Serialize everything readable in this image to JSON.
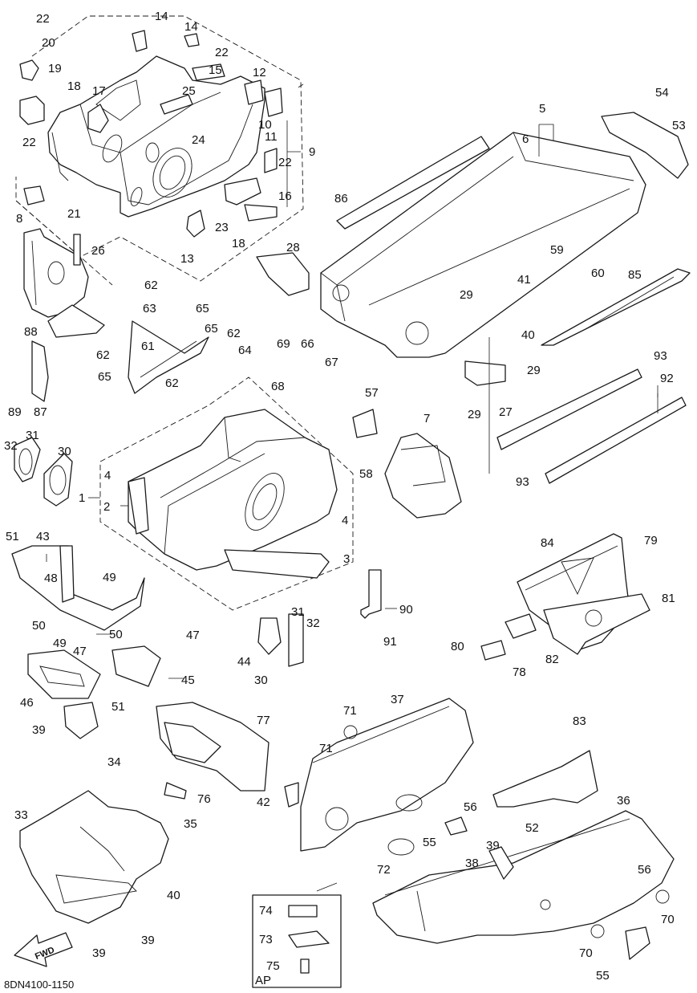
{
  "figure": {
    "code": "8DN4100-1150",
    "fwd_label": "FWD",
    "ap_label": "AP"
  },
  "callouts": [
    {
      "id": "22",
      "slot": "c01"
    },
    {
      "id": "20",
      "slot": "c02"
    },
    {
      "id": "19",
      "slot": "c03"
    },
    {
      "id": "18",
      "slot": "c04"
    },
    {
      "id": "17",
      "slot": "c05"
    },
    {
      "id": "14",
      "slot": "c06"
    },
    {
      "id": "14",
      "slot": "c07"
    },
    {
      "id": "22",
      "slot": "c08"
    },
    {
      "id": "25",
      "slot": "c09"
    },
    {
      "id": "15",
      "slot": "c10"
    },
    {
      "id": "12",
      "slot": "c11"
    },
    {
      "id": "10",
      "slot": "c12"
    },
    {
      "id": "11",
      "slot": "c13"
    },
    {
      "id": "9",
      "slot": "c14"
    },
    {
      "id": "22",
      "slot": "c15"
    },
    {
      "id": "24",
      "slot": "c16"
    },
    {
      "id": "22",
      "slot": "c17"
    },
    {
      "id": "21",
      "slot": "c18"
    },
    {
      "id": "16",
      "slot": "c19"
    },
    {
      "id": "23",
      "slot": "c20"
    },
    {
      "id": "18",
      "slot": "c21"
    },
    {
      "id": "8",
      "slot": "c22"
    },
    {
      "id": "26",
      "slot": "c23"
    },
    {
      "id": "13",
      "slot": "c24"
    },
    {
      "id": "28",
      "slot": "c25"
    },
    {
      "id": "5",
      "slot": "c26"
    },
    {
      "id": "6",
      "slot": "c27"
    },
    {
      "id": "54",
      "slot": "c28"
    },
    {
      "id": "53",
      "slot": "c29"
    },
    {
      "id": "86",
      "slot": "c30"
    },
    {
      "id": "59",
      "slot": "c31"
    },
    {
      "id": "41",
      "slot": "c32"
    },
    {
      "id": "60",
      "slot": "c33"
    },
    {
      "id": "85",
      "slot": "c34"
    },
    {
      "id": "29",
      "slot": "c35"
    },
    {
      "id": "40",
      "slot": "c36"
    },
    {
      "id": "93",
      "slot": "c37"
    },
    {
      "id": "29",
      "slot": "c38"
    },
    {
      "id": "92",
      "slot": "c39"
    },
    {
      "id": "29",
      "slot": "c40"
    },
    {
      "id": "27",
      "slot": "c41"
    },
    {
      "id": "93",
      "slot": "c42"
    },
    {
      "id": "62",
      "slot": "c43"
    },
    {
      "id": "63",
      "slot": "c44"
    },
    {
      "id": "65",
      "slot": "c45"
    },
    {
      "id": "65",
      "slot": "c46"
    },
    {
      "id": "62",
      "slot": "c47"
    },
    {
      "id": "88",
      "slot": "c48"
    },
    {
      "id": "62",
      "slot": "c49"
    },
    {
      "id": "61",
      "slot": "c50"
    },
    {
      "id": "69",
      "slot": "c51"
    },
    {
      "id": "66",
      "slot": "c52"
    },
    {
      "id": "64",
      "slot": "c53"
    },
    {
      "id": "67",
      "slot": "c54"
    },
    {
      "id": "65",
      "slot": "c55"
    },
    {
      "id": "62",
      "slot": "c56"
    },
    {
      "id": "68",
      "slot": "c57"
    },
    {
      "id": "89",
      "slot": "c58"
    },
    {
      "id": "87",
      "slot": "c59"
    },
    {
      "id": "57",
      "slot": "c60"
    },
    {
      "id": "7",
      "slot": "c61"
    },
    {
      "id": "32",
      "slot": "c62"
    },
    {
      "id": "31",
      "slot": "c63"
    },
    {
      "id": "30",
      "slot": "c64"
    },
    {
      "id": "58",
      "slot": "c65"
    },
    {
      "id": "4",
      "slot": "c66"
    },
    {
      "id": "1",
      "slot": "c67"
    },
    {
      "id": "2",
      "slot": "c68"
    },
    {
      "id": "4",
      "slot": "c69"
    },
    {
      "id": "51",
      "slot": "c70"
    },
    {
      "id": "43",
      "slot": "c71"
    },
    {
      "id": "3",
      "slot": "c72"
    },
    {
      "id": "48",
      "slot": "c73"
    },
    {
      "id": "49",
      "slot": "c74"
    },
    {
      "id": "84",
      "slot": "c75"
    },
    {
      "id": "79",
      "slot": "c76"
    },
    {
      "id": "90",
      "slot": "c77"
    },
    {
      "id": "81",
      "slot": "c78"
    },
    {
      "id": "50",
      "slot": "c79"
    },
    {
      "id": "50",
      "slot": "c80"
    },
    {
      "id": "31",
      "slot": "c81"
    },
    {
      "id": "32",
      "slot": "c82"
    },
    {
      "id": "47",
      "slot": "c83"
    },
    {
      "id": "49",
      "slot": "c84"
    },
    {
      "id": "91",
      "slot": "c85"
    },
    {
      "id": "47",
      "slot": "c86"
    },
    {
      "id": "80",
      "slot": "c87"
    },
    {
      "id": "44",
      "slot": "c88"
    },
    {
      "id": "82",
      "slot": "c89"
    },
    {
      "id": "78",
      "slot": "c90"
    },
    {
      "id": "45",
      "slot": "c91"
    },
    {
      "id": "30",
      "slot": "c92"
    },
    {
      "id": "46",
      "slot": "c93"
    },
    {
      "id": "51",
      "slot": "c94"
    },
    {
      "id": "71",
      "slot": "c95"
    },
    {
      "id": "37",
      "slot": "c96"
    },
    {
      "id": "77",
      "slot": "c97"
    },
    {
      "id": "83",
      "slot": "c98"
    },
    {
      "id": "39",
      "slot": "c99"
    },
    {
      "id": "34",
      "slot": "c100"
    },
    {
      "id": "71",
      "slot": "c101"
    },
    {
      "id": "76",
      "slot": "c102"
    },
    {
      "id": "42",
      "slot": "c103"
    },
    {
      "id": "36",
      "slot": "c104"
    },
    {
      "id": "35",
      "slot": "c105"
    },
    {
      "id": "56",
      "slot": "c106"
    },
    {
      "id": "33",
      "slot": "c107"
    },
    {
      "id": "52",
      "slot": "c108"
    },
    {
      "id": "55",
      "slot": "c109"
    },
    {
      "id": "39",
      "slot": "c110"
    },
    {
      "id": "38",
      "slot": "c111"
    },
    {
      "id": "72",
      "slot": "c112"
    },
    {
      "id": "40",
      "slot": "c113"
    },
    {
      "id": "74",
      "slot": "c114"
    },
    {
      "id": "70",
      "slot": "c115"
    },
    {
      "id": "73",
      "slot": "c116"
    },
    {
      "id": "39",
      "slot": "c117"
    },
    {
      "id": "39",
      "slot": "c118"
    },
    {
      "id": "70",
      "slot": "c119"
    },
    {
      "id": "56",
      "slot": "c120"
    },
    {
      "id": "75",
      "slot": "c121"
    },
    {
      "id": "55",
      "slot": "c122"
    }
  ]
}
